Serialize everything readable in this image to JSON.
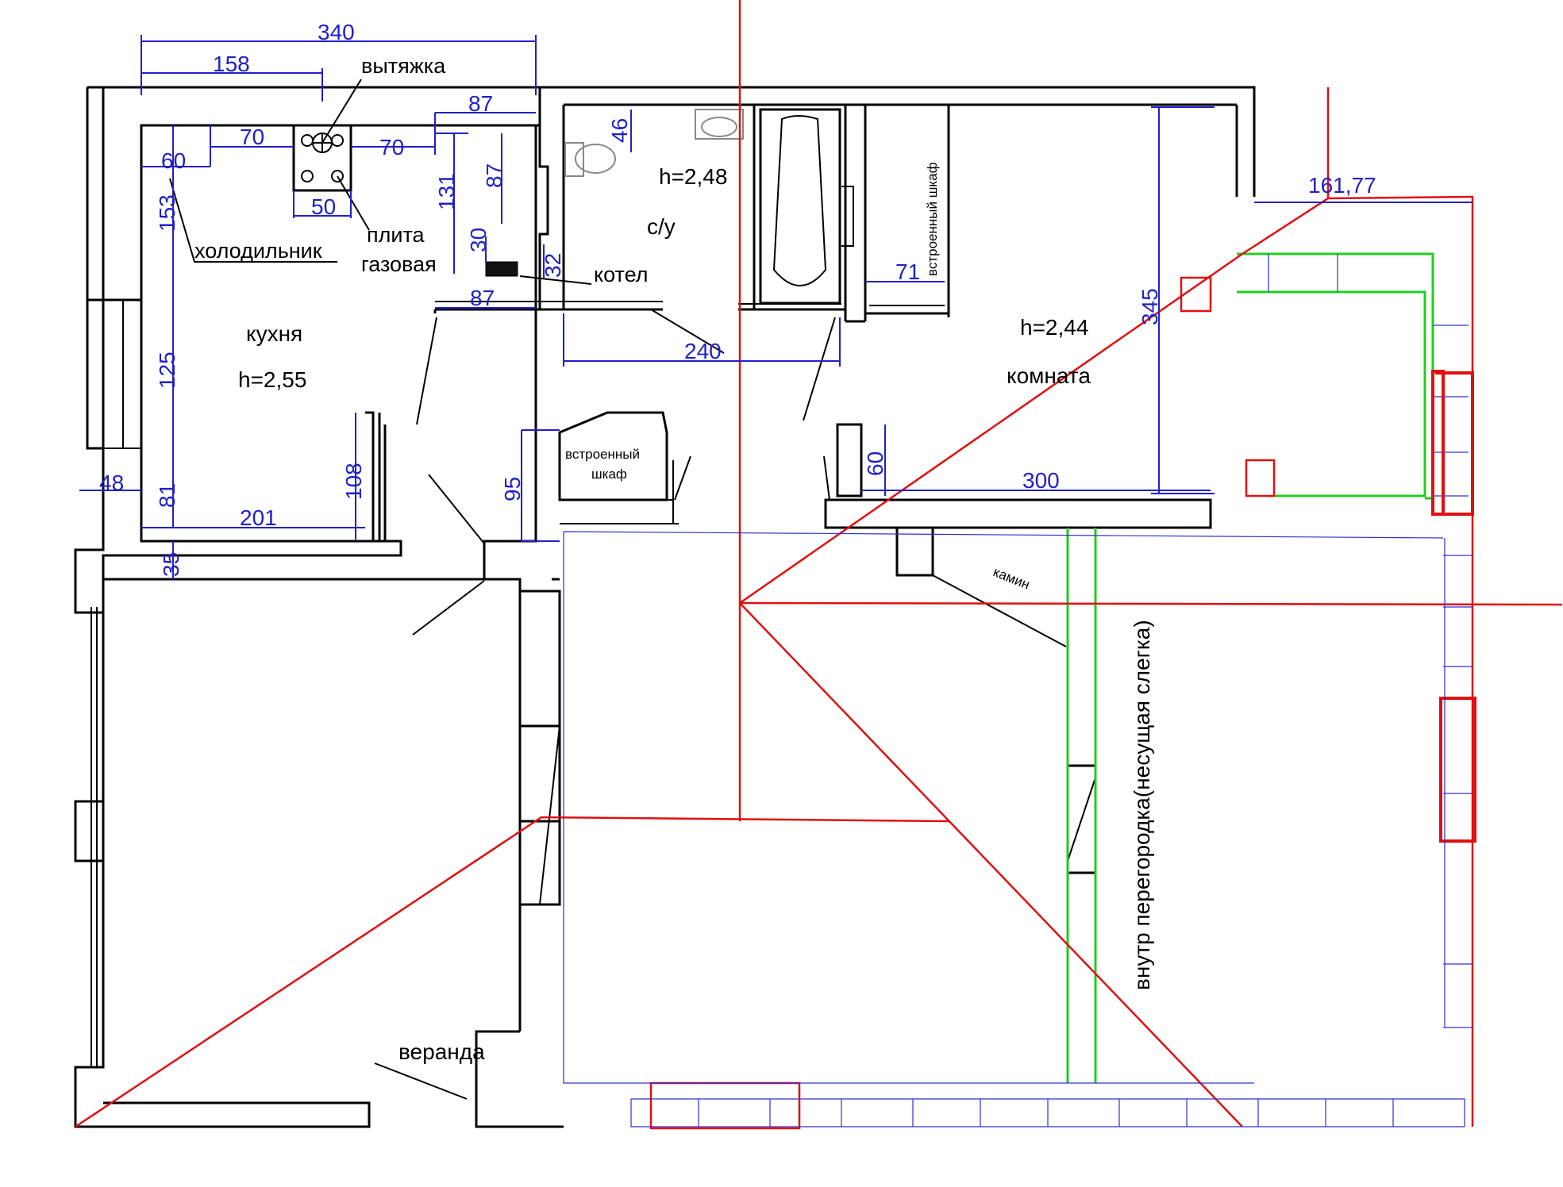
{
  "rooms": {
    "kitchen": {
      "name": "кухня",
      "height": "h=2,55"
    },
    "bathroom": {
      "name": "с/у",
      "height": "h=2,48"
    },
    "room": {
      "name": "комната",
      "height": "h=2,44"
    },
    "veranda": {
      "name": "веранда"
    }
  },
  "labels": {
    "hood": "вытяжка",
    "stove_line1": "плита",
    "stove_line2": "газовая",
    "fridge": "холодильник",
    "boiler": "котел",
    "wardrobe_hall_line1": "встроенный",
    "wardrobe_hall_line2": "шкаф",
    "wardrobe_bath": "встроенный шкаф",
    "fireplace": "камин",
    "partition": "внутр перегородка(несущая слегка)"
  },
  "dimensions": {
    "d340": "340",
    "d158": "158",
    "d87_top": "87",
    "d70_left": "70",
    "d70_right": "70",
    "d60_kitchen": "60",
    "d153": "153",
    "d50": "50",
    "d131": "131",
    "d87_vert": "87",
    "d46": "46",
    "d30": "30",
    "d32": "32",
    "d87_bottom": "87",
    "d125": "125",
    "d81": "81",
    "d48": "48",
    "d201": "201",
    "d108": "108",
    "d35": "35",
    "d95": "95",
    "d240": "240",
    "d71": "71",
    "d345": "345",
    "d16177": "161,77",
    "d60_room": "60",
    "d300": "300"
  },
  "colors": {
    "walls": "#000000",
    "dimensions": "#2020c8",
    "overlay_red": "#e01010",
    "overlay_green": "#22cc22"
  }
}
